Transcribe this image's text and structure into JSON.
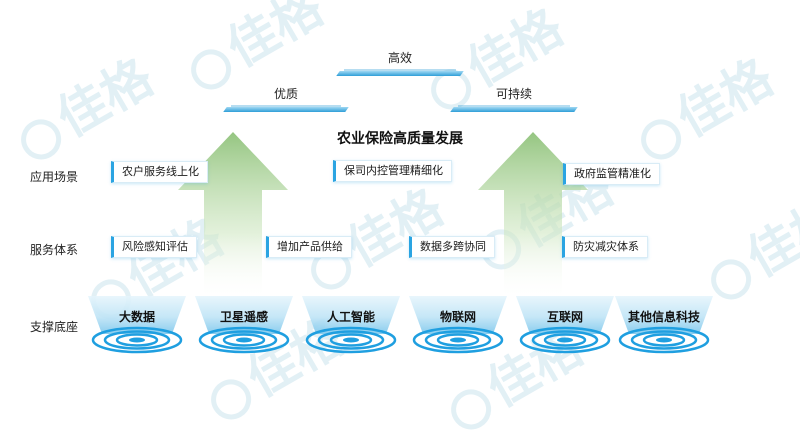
{
  "watermark": "佳格",
  "top_bars": [
    {
      "id": "efficient",
      "label": "高效"
    },
    {
      "id": "quality",
      "label": "优质"
    },
    {
      "id": "sustainable",
      "label": "可持续"
    }
  ],
  "title": "农业保险高质量发展",
  "row_labels": {
    "applications": "应用场景",
    "services": "服务体系",
    "foundation": "支撑底座"
  },
  "applications": [
    "农户服务线上化",
    "保司内控管理精细化",
    "政府监管精准化"
  ],
  "services": [
    "风险感知评估",
    "增加产品供给",
    "数据多跨协同",
    "防灾减灾体系"
  ],
  "foundation": [
    "大数据",
    "卫星遥感",
    "人工智能",
    "物联网",
    "互联网",
    "其他信息科技"
  ],
  "colors": {
    "accent": "#2aa4e2",
    "arrow_green": "#9ecb86",
    "pedestal_blue": "#1f9fe0"
  }
}
